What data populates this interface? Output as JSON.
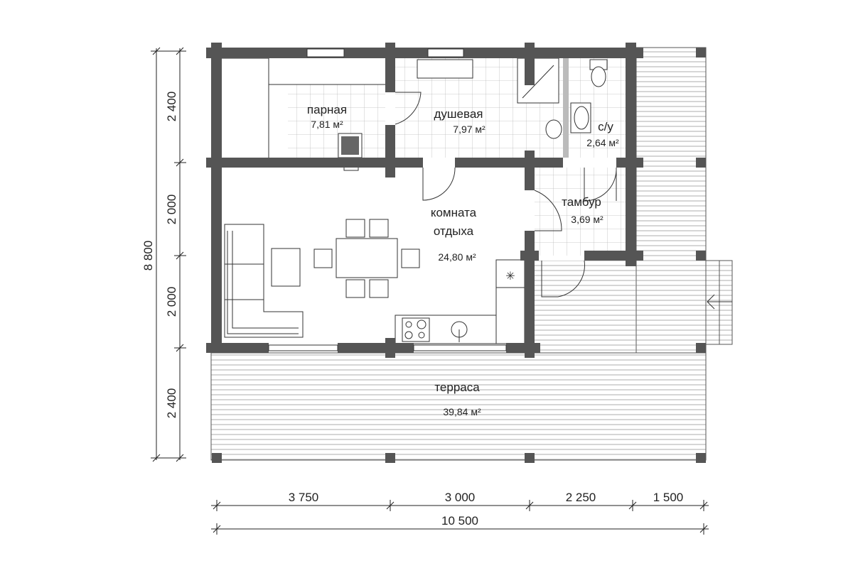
{
  "rooms": [
    {
      "name": "парная",
      "area": "7,81 м²"
    },
    {
      "name": "душевая",
      "area": "7,97 м²"
    },
    {
      "name": "с/у",
      "area": "2,64 м²"
    },
    {
      "name": "тамбур",
      "area": "3,69 м²"
    },
    {
      "name_line1": "комната",
      "name_line2": "отдыха",
      "area": "24,80 м²"
    },
    {
      "name": "терраса",
      "area": "39,84 м²"
    }
  ],
  "dimensions": {
    "left": [
      "2 400",
      "2 000",
      "2 000",
      "2 400"
    ],
    "left_total": "8 800",
    "bottom": [
      "3 750",
      "3 000",
      "2 250",
      "1 500"
    ],
    "bottom_total": "10 500"
  },
  "colors": {
    "wall": "#555555",
    "partition": "#bbbbbb"
  }
}
